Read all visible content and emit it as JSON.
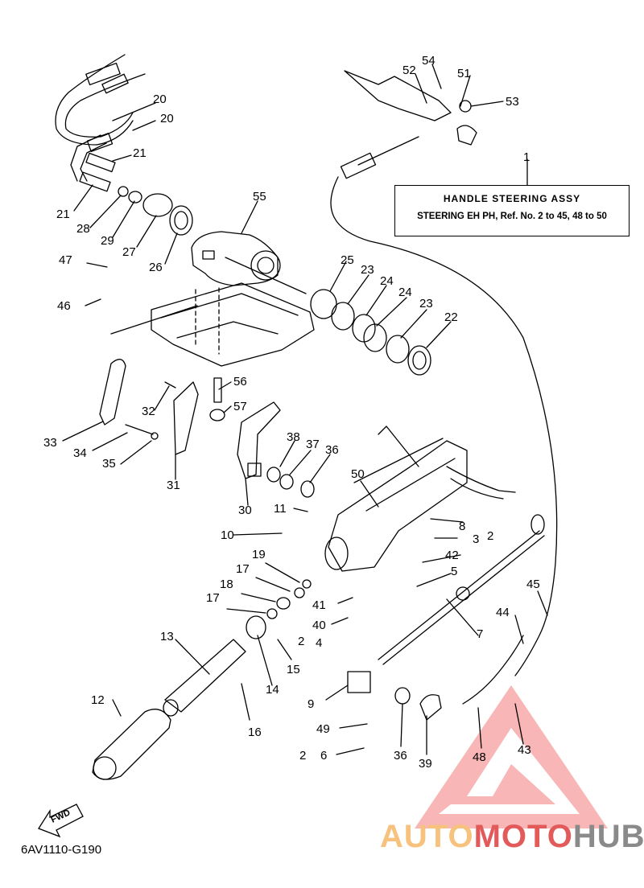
{
  "info_box": {
    "title": "HANDLE STEERING ASSY",
    "subtitle": "STEERING EH PH,  Ref. No. 2 to 45, 48 to 50"
  },
  "diagram_code": "6AV1110-G190",
  "fwd_label": "FWD",
  "watermark": {
    "part1": "AUTO",
    "part2": "MOTO",
    "part3": "HUB",
    "colors": {
      "auto": "#f6c27d",
      "moto": "#e25a5a",
      "hub": "#8a8a8a",
      "triangle": "#f7a9a9"
    }
  },
  "callouts": [
    "1",
    "2",
    "2",
    "2",
    "3",
    "4",
    "5",
    "6",
    "7",
    "8",
    "9",
    "10",
    "11",
    "12",
    "13",
    "14",
    "15",
    "16",
    "17",
    "17",
    "18",
    "19",
    "20",
    "20",
    "21",
    "21",
    "22",
    "23",
    "23",
    "24",
    "24",
    "25",
    "26",
    "27",
    "28",
    "29",
    "30",
    "31",
    "32",
    "33",
    "34",
    "35",
    "36",
    "36",
    "37",
    "38",
    "39",
    "40",
    "41",
    "42",
    "43",
    "44",
    "45",
    "46",
    "47",
    "48",
    "49",
    "50",
    "51",
    "52",
    "53",
    "54",
    "55",
    "56",
    "57"
  ]
}
